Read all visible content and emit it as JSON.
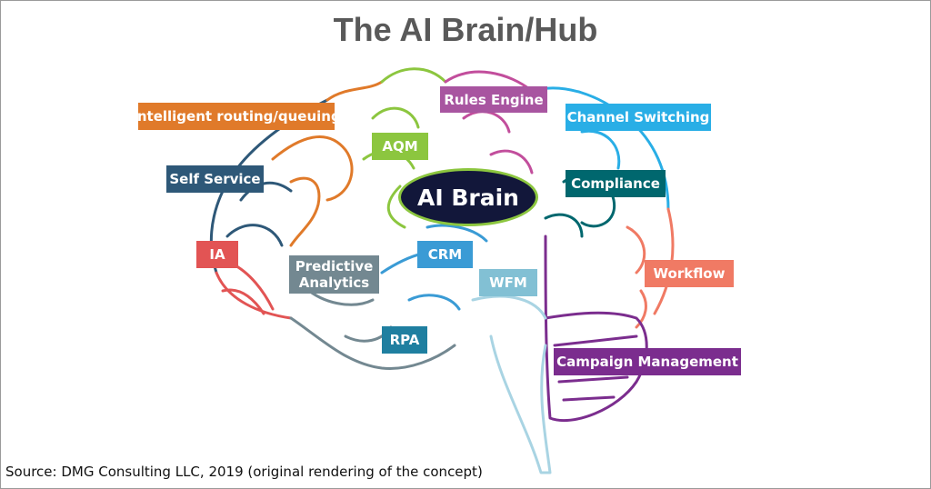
{
  "title": "The AI Brain/Hub",
  "center": "AI Brain",
  "source": "Source: DMG Consulting LLC, 2019 (original rendering of the concept)",
  "labels": {
    "intelligent_routing": "Intelligent routing/queuing",
    "rules_engine": "Rules Engine",
    "channel_switching": "Channel Switching",
    "aqm": "AQM",
    "self_service": "Self Service",
    "compliance": "Compliance",
    "ia": "IA",
    "predictive_analytics": "Predictive Analytics",
    "crm": "CRM",
    "wfm": "WFM",
    "workflow": "Workflow",
    "rpa": "RPA",
    "campaign_management": "Campaign Management"
  },
  "colors": {
    "intelligent_routing": "#e07a2a",
    "rules_engine": "#a855a0",
    "channel_switching": "#29aee6",
    "aqm": "#8cc63f",
    "self_service": "#2e5878",
    "compliance": "#00676e",
    "ia": "#e25454",
    "predictive_analytics": "#738891",
    "crm": "#3a9bd5",
    "wfm": "#82c0d4",
    "workflow": "#f07a64",
    "rpa": "#1f7fa0",
    "campaign_management": "#7b2d8e",
    "center_fill": "#12173a",
    "center_border": "#8cc63f"
  }
}
